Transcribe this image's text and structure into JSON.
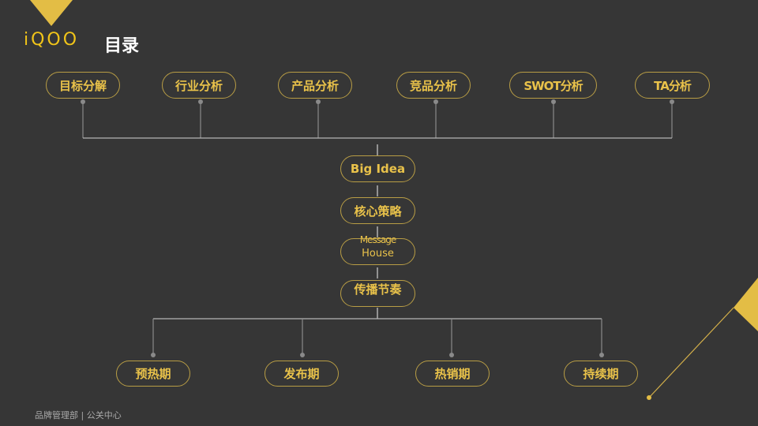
{
  "header": {
    "logo": "iQOO",
    "title": "目录"
  },
  "top_row": [
    {
      "label": "目标分解"
    },
    {
      "label": "行业分析"
    },
    {
      "label": "产品分析"
    },
    {
      "label": "竞品分析"
    },
    {
      "label": "SWOT分析"
    },
    {
      "label": "TA分析"
    }
  ],
  "center_column": [
    {
      "label": "Big  Idea"
    },
    {
      "label": "核心策略"
    },
    {
      "label_line1": "Message",
      "label_line2": "House"
    },
    {
      "label": "传播节奏"
    }
  ],
  "bottom_row": [
    {
      "label": "预热期"
    },
    {
      "label": "发布期"
    },
    {
      "label": "热销期"
    },
    {
      "label": "持续期"
    }
  ],
  "footer": {
    "text": "品牌管理部 | 公关中心"
  },
  "colors": {
    "background": "#363636",
    "accent": "#e9c24a",
    "border": "#b89d45",
    "connector": "#8a8a8a"
  }
}
